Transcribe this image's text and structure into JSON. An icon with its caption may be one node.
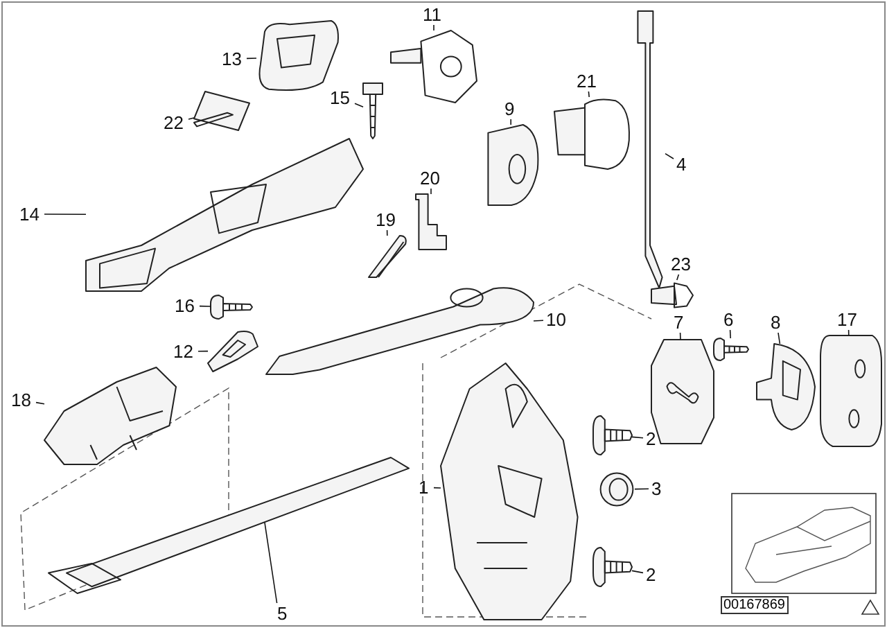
{
  "diagram": {
    "nodes": [
      {
        "text": [
          "13"
        ]
      },
      {
        "text": [
          "11"
        ]
      },
      {
        "text": [
          "15"
        ]
      },
      {
        "text": [
          "22"
        ]
      },
      {
        "text": [
          "14"
        ]
      },
      {
        "text": [
          "9"
        ]
      },
      {
        "text": [
          "21"
        ]
      },
      {
        "text": [
          "4"
        ]
      },
      {
        "text": [
          "20"
        ]
      },
      {
        "text": [
          "19"
        ]
      },
      {
        "text": [
          "10"
        ]
      },
      {
        "text": [
          "16"
        ]
      },
      {
        "text": [
          "12"
        ]
      },
      {
        "text": [
          "23"
        ]
      },
      {
        "text": [
          "7"
        ]
      },
      {
        "text": [
          "6"
        ]
      },
      {
        "text": [
          "8"
        ]
      },
      {
        "text": [
          "17"
        ]
      },
      {
        "text": [
          "18"
        ]
      },
      {
        "text": [
          "1"
        ]
      },
      {
        "text": [
          "2"
        ]
      },
      {
        "text": [
          "3"
        ]
      },
      {
        "text": [
          "5"
        ]
      },
      {
        "text": [
          "2"
        ]
      },
      {
        "text": [],
        "shape": "picture"
      },
      {
        "text": [],
        "shape": "picture"
      },
      {
        "text": [],
        "shape": "picture"
      },
      {
        "text": [],
        "shape": "picture"
      },
      {
        "text": [],
        "shape": "picture"
      },
      {
        "text": [],
        "shape": "picture"
      },
      {
        "text": [],
        "shape": "picture"
      },
      {
        "text": [],
        "shape": "picture"
      },
      {
        "text": [],
        "shape": "picture"
      },
      {
        "text": [],
        "shape": "picture"
      },
      {
        "text": [],
        "shape": "picture"
      },
      {
        "text": [],
        "shape": "picture"
      },
      {
        "text": [],
        "shape": "picture"
      },
      {
        "text": [],
        "shape": "picture"
      },
      {
        "text": [],
        "shape": "picture"
      },
      {
        "text": [],
        "shape": "picture"
      },
      {
        "text": [],
        "shape": "picture"
      },
      {
        "text": [],
        "shape": "picture"
      },
      {
        "text": [],
        "shape": "picture"
      },
      {
        "text": [],
        "shape": "picture"
      },
      {
        "text": [],
        "shape": "picture"
      },
      {
        "text": [],
        "shape": "picture"
      },
      {
        "text": [],
        "shape": "picture"
      },
      {
        "text": [],
        "shape": "picture"
      }
    ],
    "edges": [
      {
        "from": 0,
        "to": 24,
        "arrow": "none"
      },
      {
        "from": 1,
        "to": 25,
        "arrow": "none"
      },
      {
        "from": 2,
        "to": 26,
        "arrow": "none"
      },
      {
        "from": 3,
        "to": 27,
        "arrow": "none"
      },
      {
        "from": 4,
        "to": 28,
        "arrow": "none"
      },
      {
        "from": 5,
        "to": 29,
        "arrow": "none"
      },
      {
        "from": 6,
        "to": 30,
        "arrow": "none"
      },
      {
        "from": 7,
        "to": 31,
        "arrow": "none"
      },
      {
        "from": 8,
        "to": 32,
        "arrow": "none"
      },
      {
        "from": 9,
        "to": 33,
        "arrow": "none"
      },
      {
        "from": 10,
        "to": 34,
        "arrow": "none"
      },
      {
        "from": 11,
        "to": 35,
        "arrow": "none"
      },
      {
        "from": 12,
        "to": 36,
        "arrow": "none"
      },
      {
        "from": 13,
        "to": 37,
        "arrow": "none"
      },
      {
        "from": 14,
        "to": 38,
        "arrow": "none"
      },
      {
        "from": 15,
        "to": 39,
        "arrow": "none"
      },
      {
        "from": 16,
        "to": 40,
        "arrow": "none"
      },
      {
        "from": 17,
        "to": 41,
        "arrow": "none"
      },
      {
        "from": 18,
        "to": 42,
        "arrow": "none"
      },
      {
        "from": 19,
        "to": 43,
        "arrow": "none"
      },
      {
        "from": 20,
        "to": 44,
        "arrow": "none"
      },
      {
        "from": 21,
        "to": 45,
        "arrow": "none"
      },
      {
        "from": 22,
        "to": 46,
        "arrow": "none"
      },
      {
        "from": 23,
        "to": 47,
        "arrow": "none"
      }
    ],
    "labels": [
      "00167869"
    ]
  }
}
